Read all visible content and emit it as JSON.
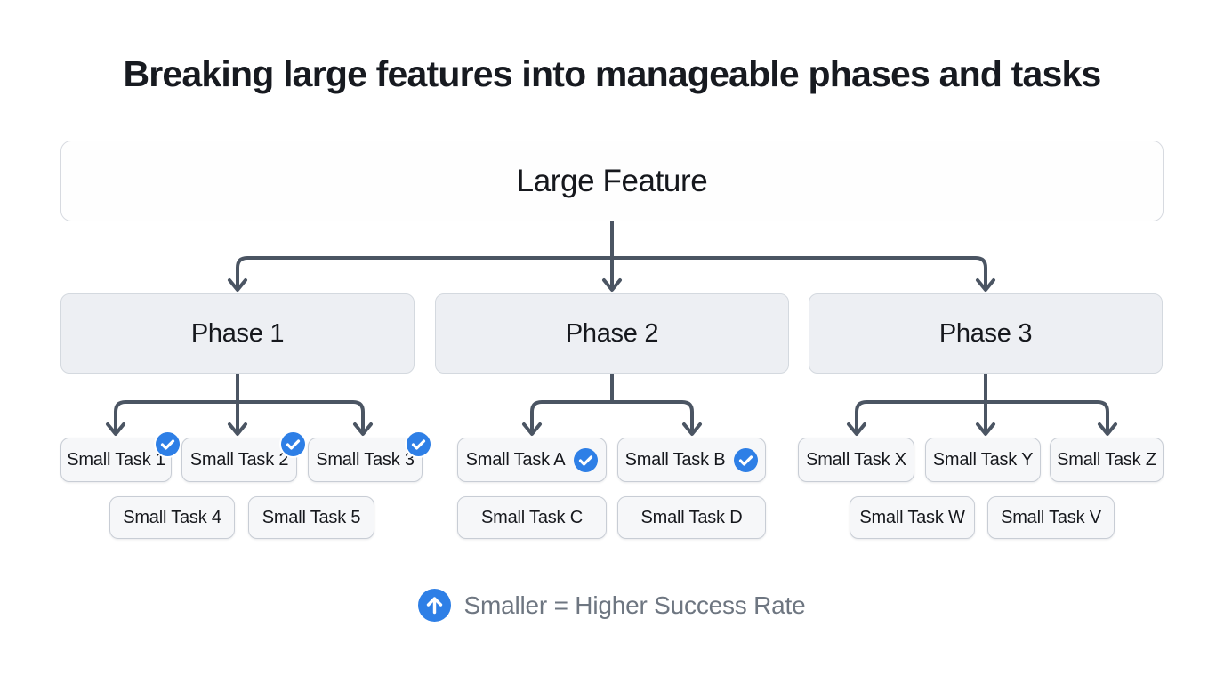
{
  "title": "Breaking large features into manageable phases and tasks",
  "feature": {
    "label": "Large Feature"
  },
  "phases": [
    {
      "label": "Phase 1",
      "tasks": [
        {
          "label": "Small Task 1",
          "completed": true,
          "check_style": "corner-badge"
        },
        {
          "label": "Small Task 2",
          "completed": true,
          "check_style": "corner-badge"
        },
        {
          "label": "Small Task 3",
          "completed": true,
          "check_style": "corner-badge"
        },
        {
          "label": "Small Task 4",
          "completed": false,
          "check_style": "none"
        },
        {
          "label": "Small Task 5",
          "completed": false,
          "check_style": "none"
        }
      ]
    },
    {
      "label": "Phase 2",
      "tasks": [
        {
          "label": "Small Task A",
          "completed": true,
          "check_style": "inline"
        },
        {
          "label": "Small Task B",
          "completed": true,
          "check_style": "inline"
        },
        {
          "label": "Small Task C",
          "completed": false,
          "check_style": "none"
        },
        {
          "label": "Small Task D",
          "completed": false,
          "check_style": "none"
        }
      ]
    },
    {
      "label": "Phase 3",
      "tasks": [
        {
          "label": "Small Task X",
          "completed": false,
          "check_style": "none"
        },
        {
          "label": "Small Task Y",
          "completed": false,
          "check_style": "none"
        },
        {
          "label": "Small Task Z",
          "completed": false,
          "check_style": "none"
        },
        {
          "label": "Small Task W",
          "completed": false,
          "check_style": "none"
        },
        {
          "label": "Small Task V",
          "completed": false,
          "check_style": "none"
        }
      ]
    }
  ],
  "legend": {
    "icon": "arrow-up-circle-icon",
    "text": "Smaller = Higher Success Rate"
  },
  "colors": {
    "background": "#ffffff",
    "connector": "#4b5563",
    "accent_blue": "#2e7fe6",
    "feature_fill": "#fefefe",
    "phase_fill": "#edeff3",
    "task_fill": "#f6f7f9",
    "box_border": "#d4d9df",
    "task_border": "#c8cdd5",
    "title_text": "#171a20",
    "node_text": "#16181d",
    "legend_text": "#6e7681"
  }
}
